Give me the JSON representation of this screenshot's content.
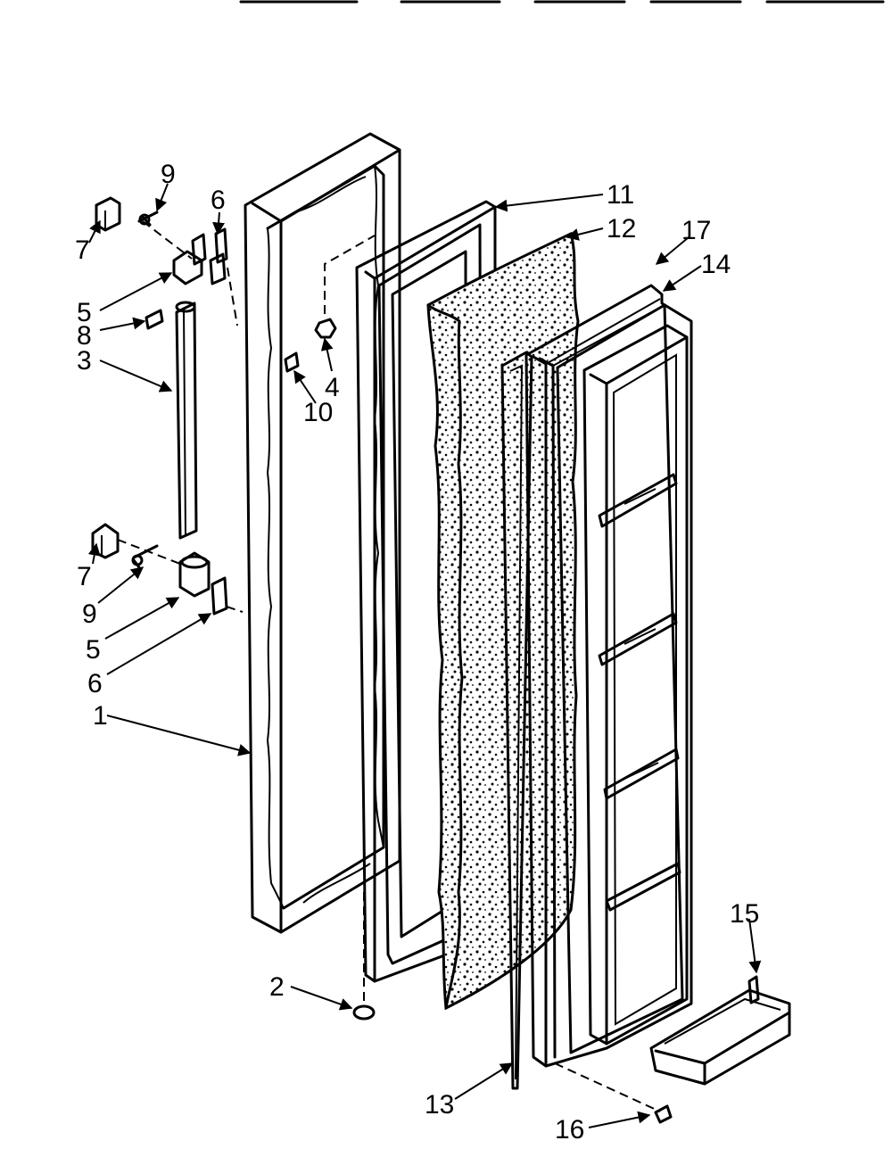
{
  "diagram": {
    "labels": [
      {
        "id": "1",
        "text": "1"
      },
      {
        "id": "2",
        "text": "2"
      },
      {
        "id": "3",
        "text": "3"
      },
      {
        "id": "4",
        "text": "4"
      },
      {
        "id": "5a",
        "text": "5"
      },
      {
        "id": "5b",
        "text": "5"
      },
      {
        "id": "6a",
        "text": "6"
      },
      {
        "id": "6b",
        "text": "6"
      },
      {
        "id": "7a",
        "text": "7"
      },
      {
        "id": "7b",
        "text": "7"
      },
      {
        "id": "8",
        "text": "8"
      },
      {
        "id": "9a",
        "text": "9"
      },
      {
        "id": "9b",
        "text": "9"
      },
      {
        "id": "10",
        "text": "10"
      },
      {
        "id": "11",
        "text": "11"
      },
      {
        "id": "12",
        "text": "12"
      },
      {
        "id": "13",
        "text": "13"
      },
      {
        "id": "14",
        "text": "14"
      },
      {
        "id": "15",
        "text": "15"
      },
      {
        "id": "16",
        "text": "16"
      },
      {
        "id": "17",
        "text": "17"
      }
    ]
  }
}
